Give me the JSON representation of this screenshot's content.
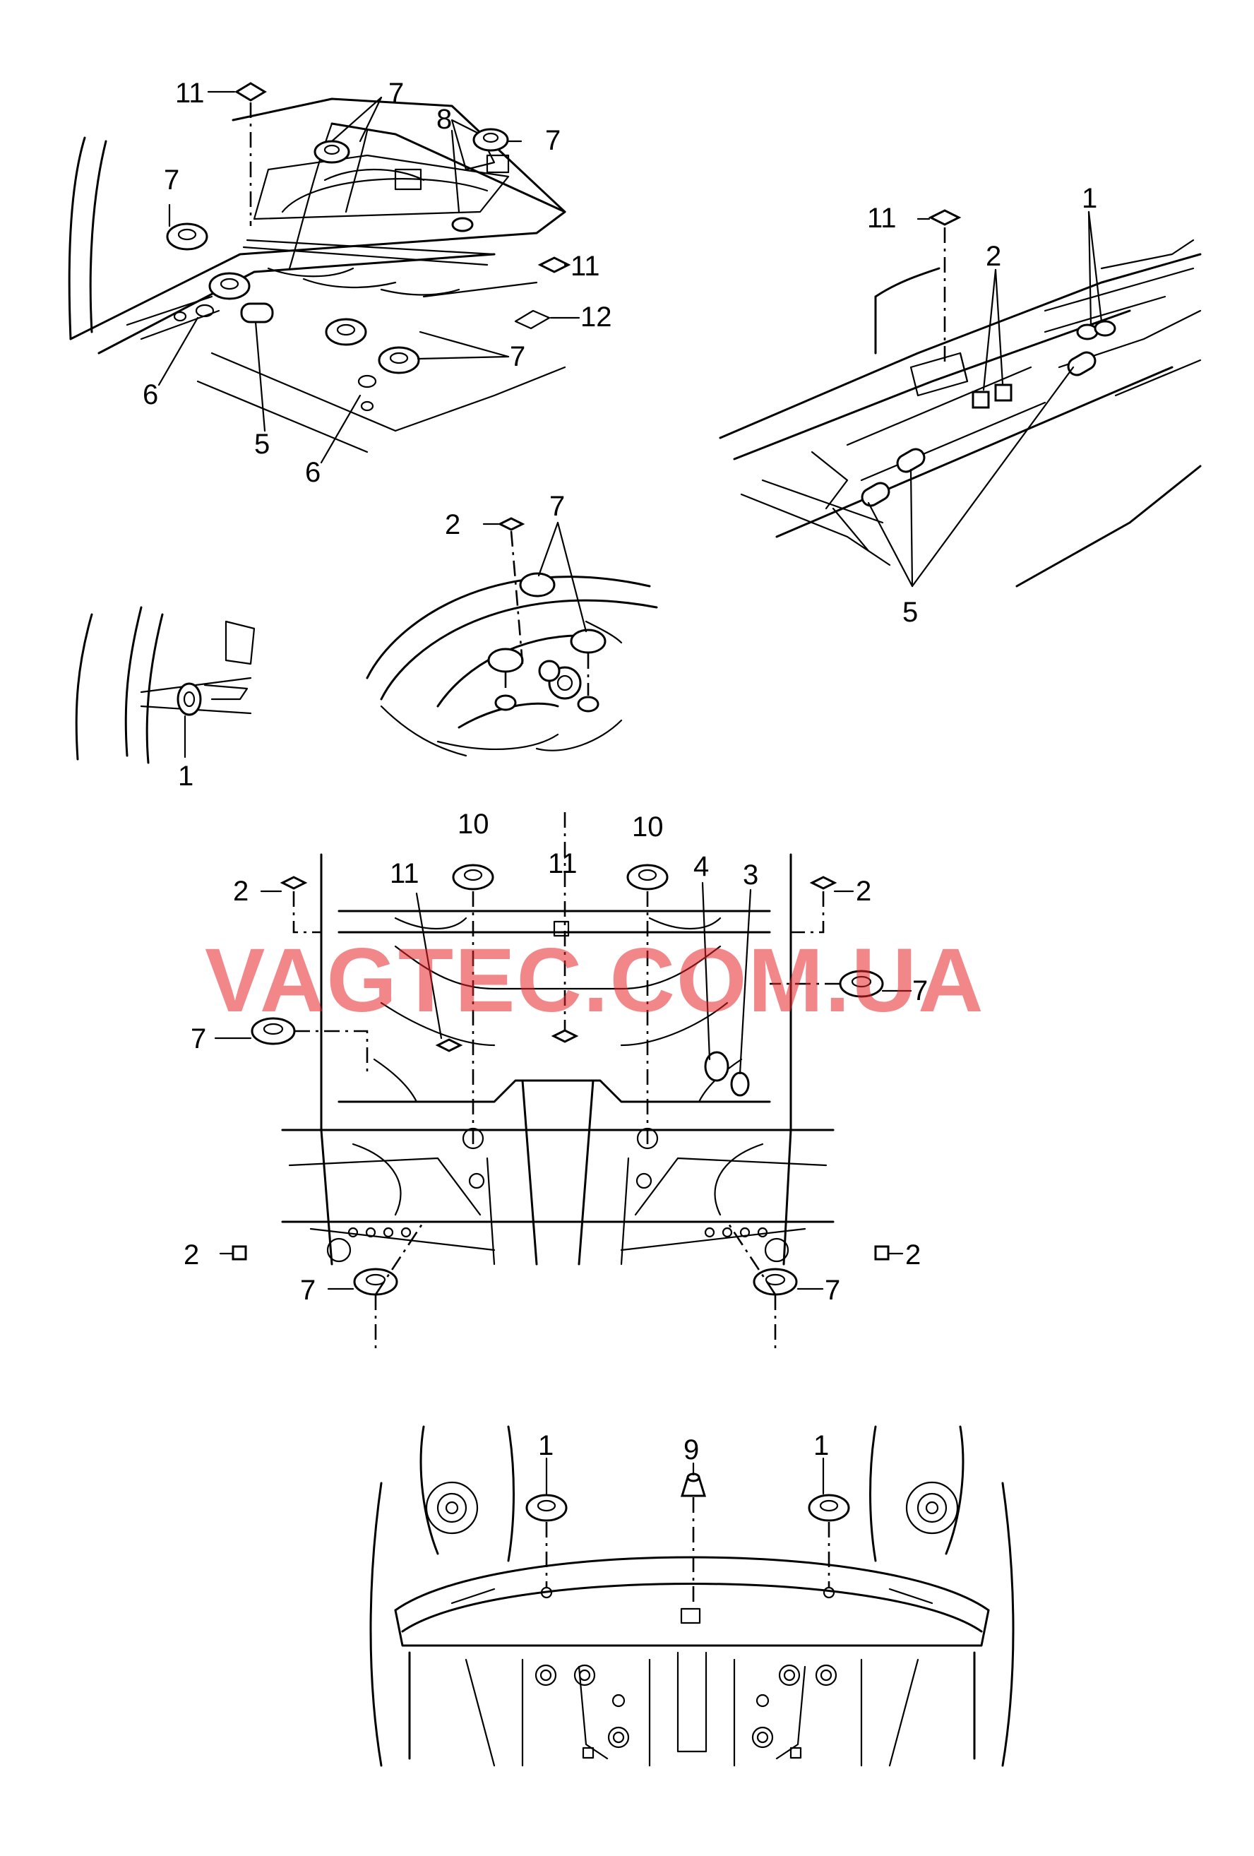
{
  "watermark": "VAGTEC.COM.UA",
  "watermark_color": "#e8252a",
  "line_color": "#000000",
  "background": "#ffffff",
  "callouts": {
    "v1": {
      "c1": "11",
      "c2": "7",
      "c3": "8",
      "c4": "7",
      "c5": "7",
      "c6": "11",
      "c7": "12",
      "c8": "7",
      "c9": "6",
      "c10": "5",
      "c11": "6"
    },
    "v2": {
      "c1": "11",
      "c2": "1",
      "c3": "2",
      "c4": "5"
    },
    "v3": {
      "c1": "1"
    },
    "v4": {
      "c1": "2",
      "c2": "7"
    },
    "v5": {
      "c1": "10",
      "c2": "10",
      "c3": "11",
      "c4": "11",
      "c5": "4",
      "c6": "3",
      "c7": "2",
      "c8": "2",
      "c9": "7",
      "c10": "7",
      "c11": "2",
      "c12": "2",
      "c13": "7",
      "c14": "7"
    },
    "v6": {
      "c1": "1",
      "c2": "9",
      "c3": "1"
    }
  }
}
